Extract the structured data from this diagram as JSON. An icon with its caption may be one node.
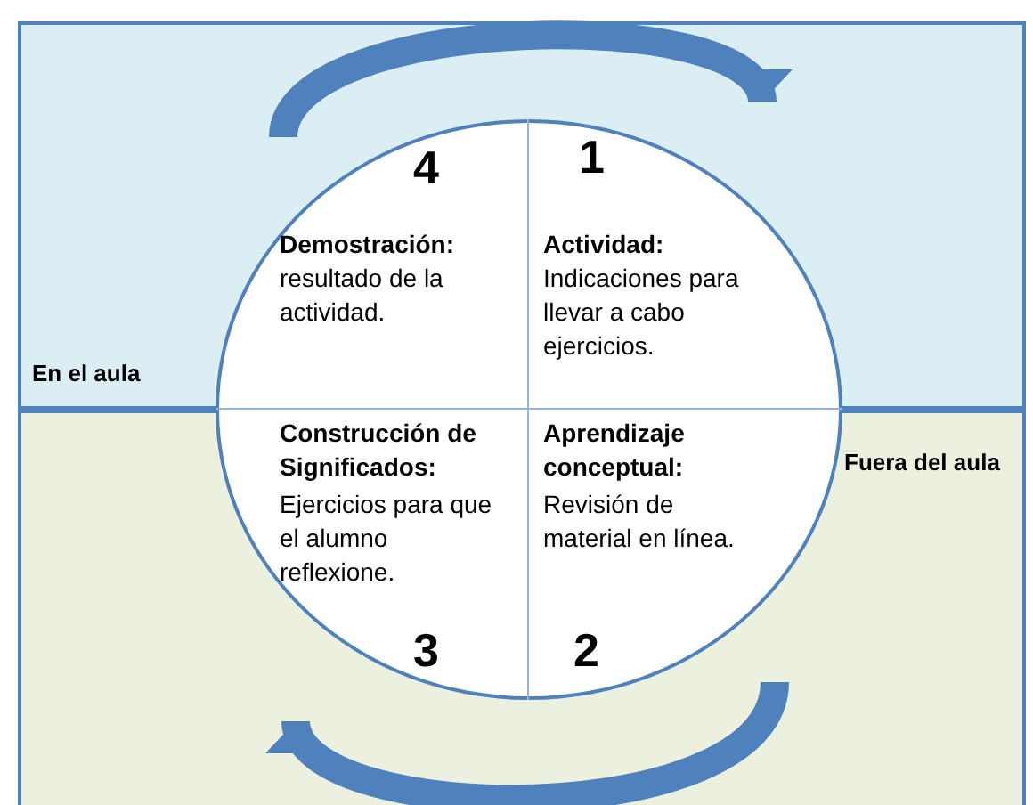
{
  "diagram": {
    "nodes": [
      {
        "text": [],
        "shape": "circle"
      },
      {
        "text": [
          "4",
          "Demostración:",
          "resultado de la actividad."
        ],
        "in": 0
      },
      {
        "text": [
          "1",
          "Actividad:",
          "Indicaciones para llevar a cabo ejercicios."
        ],
        "in": 0
      },
      {
        "text": [
          "Construcción de Significados:",
          "Ejercicios  para que el alumno reflexione.",
          "3"
        ],
        "in": 0
      },
      {
        "text": [
          "Aprendizaje conceptual:",
          "Revisión de material en línea.",
          "2"
        ],
        "in": 0
      }
    ],
    "edges": [
      {
        "from": 1,
        "to": 2,
        "arrow": "to"
      },
      {
        "from": 4,
        "to": 3,
        "arrow": "to"
      }
    ],
    "labels": [
      "En el aula",
      "Fuera del aula"
    ]
  }
}
